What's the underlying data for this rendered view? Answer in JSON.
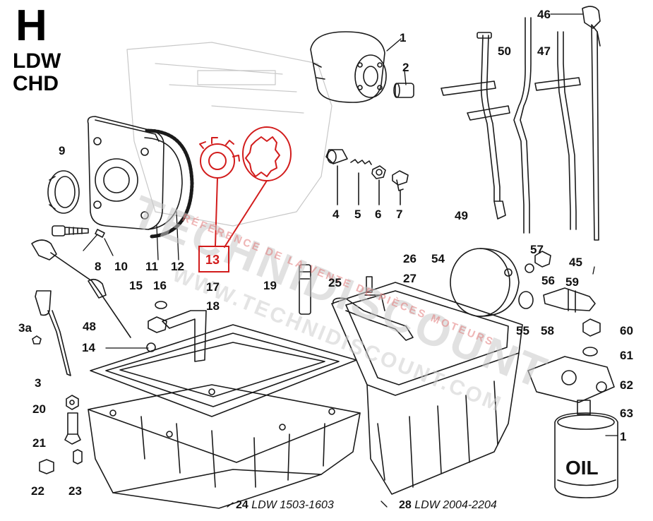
{
  "header": {
    "section_letter": "H",
    "model_line_1": "LDW",
    "model_line_2": "CHD"
  },
  "highlight": {
    "part_number": "13",
    "color": "#d21c1c"
  },
  "part_labels": [
    "1",
    "2",
    "4",
    "5",
    "6",
    "7",
    "9",
    "8",
    "10",
    "11",
    "12",
    "13",
    "14",
    "15",
    "16",
    "17",
    "18",
    "19",
    "20",
    "21",
    "22",
    "23",
    "24",
    "25",
    "26",
    "27",
    "28",
    "3",
    "3a",
    "45",
    "46",
    "47",
    "48",
    "49",
    "50",
    "54",
    "55",
    "56",
    "57",
    "58",
    "59",
    "60",
    "61",
    "62",
    "63"
  ],
  "captions": {
    "pan_a": {
      "num": "24",
      "model": "LDW 1503-1603"
    },
    "pan_b": {
      "num": "28",
      "model": "LDW 2004-2204"
    }
  },
  "filter_label": "OIL",
  "watermark": {
    "brand": "TECHNIDISCOUNT",
    "tagline": "RÉFÉRENCE DE LA VENTE DE PIÈCES MOTEURS",
    "url": "WWW.TECHNIDISCOUNT.COM"
  }
}
